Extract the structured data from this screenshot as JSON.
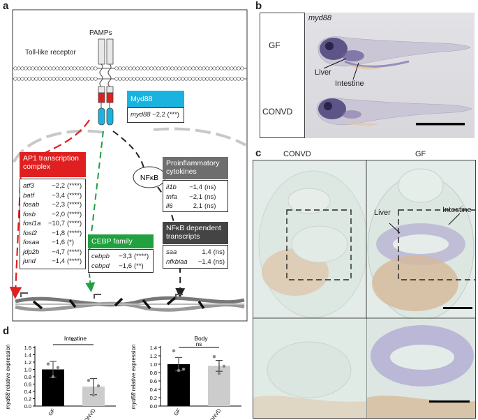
{
  "panels": {
    "a": "a",
    "b": "b",
    "c": "c",
    "d": "d"
  },
  "diagram": {
    "pamps": "PAMPs",
    "tlr": "Toll-like receptor",
    "myd88_box": {
      "title": "Myd88",
      "gene": "myd88",
      "value": "−2,2 (***)"
    },
    "ap1_box": {
      "title": "AP1 transcription complex",
      "rows": [
        {
          "gene": "atf3",
          "fc": "−2,2",
          "sig": "(****)"
        },
        {
          "gene": "batf",
          "fc": "−3,4",
          "sig": "(****)"
        },
        {
          "gene": "fosab",
          "fc": "−2,3",
          "sig": "(****)"
        },
        {
          "gene": "fosb",
          "fc": "−2,0",
          "sig": "(****)"
        },
        {
          "gene": "fosl1a",
          "fc": "−10,7",
          "sig": "(****)"
        },
        {
          "gene": "fosl2",
          "fc": "−1,8",
          "sig": "(****)"
        },
        {
          "gene": "fosaa",
          "fc": "−1,6",
          "sig": "(*)"
        },
        {
          "gene": "jdp2b",
          "fc": "−4,7",
          "sig": "(****)"
        },
        {
          "gene": "jund",
          "fc": "−1,4",
          "sig": "(****)"
        }
      ]
    },
    "cebp_box": {
      "title": "CEBP family",
      "rows": [
        {
          "gene": "cebpb",
          "fc": "−3,3",
          "sig": "(****)"
        },
        {
          "gene": "cebpd",
          "fc": "−1,6",
          "sig": "(**)"
        }
      ]
    },
    "nfkb": "NFκB",
    "cyto_box": {
      "title": "Proinflammatory cytokines",
      "rows": [
        {
          "gene": "il1b",
          "fc": "−1,4",
          "sig": "(ns)"
        },
        {
          "gene": "tnfa",
          "fc": "−2,1",
          "sig": "(ns)"
        },
        {
          "gene": "il6",
          "fc": "2,1",
          "sig": "(ns)"
        }
      ]
    },
    "nfkbdep_box": {
      "title": "NFκB dependent transcripts",
      "rows": [
        {
          "gene": "saa",
          "fc": "1,4",
          "sig": "(ns)"
        },
        {
          "gene": "nfkbiaa",
          "fc": "−1,4",
          "sig": "(ns)"
        }
      ]
    }
  },
  "panel_b": {
    "header": "myd88",
    "row1": "GF",
    "row2": "CONVD",
    "liver": "Liver",
    "intestine": "Intestine"
  },
  "panel_c": {
    "left": "CONVD",
    "right": "GF",
    "liver": "Liver",
    "intestine": "Intestine"
  },
  "chart_data": [
    {
      "type": "bar",
      "title": "Intestine",
      "categories": [
        "GF",
        "CONVD"
      ],
      "values": [
        1.0,
        0.53
      ],
      "errors": [
        0.22,
        0.22
      ],
      "points": [
        [
          1.15,
          0.8,
          1.05
        ],
        [
          0.7,
          0.3,
          0.55
        ]
      ],
      "ylabel_gene": "myd88",
      "ylabel_rest": " relative expression",
      "ylim": [
        0,
        1.6
      ],
      "yticks": [
        "0.0",
        "0.2",
        "0.4",
        "0.6",
        "0.8",
        "1.0",
        "1.2",
        "1.4",
        "1.6"
      ],
      "significance": "**",
      "colors": [
        "#000000",
        "#cccccc"
      ]
    },
    {
      "type": "bar",
      "title": "Body",
      "categories": [
        "GF",
        "CONVD"
      ],
      "values": [
        1.0,
        0.96
      ],
      "errors": [
        0.16,
        0.13
      ],
      "points": [
        [
          1.32,
          0.85,
          0.88
        ],
        [
          1.18,
          0.78,
          0.95
        ]
      ],
      "ylabel_gene": "myd88",
      "ylabel_rest": " relative expression",
      "ylim": [
        0.0,
        1.4
      ],
      "yticks": [
        "0.0",
        "0.2",
        "0.4",
        "0.6",
        "0.8",
        "1.0",
        "1.2",
        "1.4"
      ],
      "significance": "ns",
      "colors": [
        "#000000",
        "#cccccc"
      ]
    }
  ]
}
